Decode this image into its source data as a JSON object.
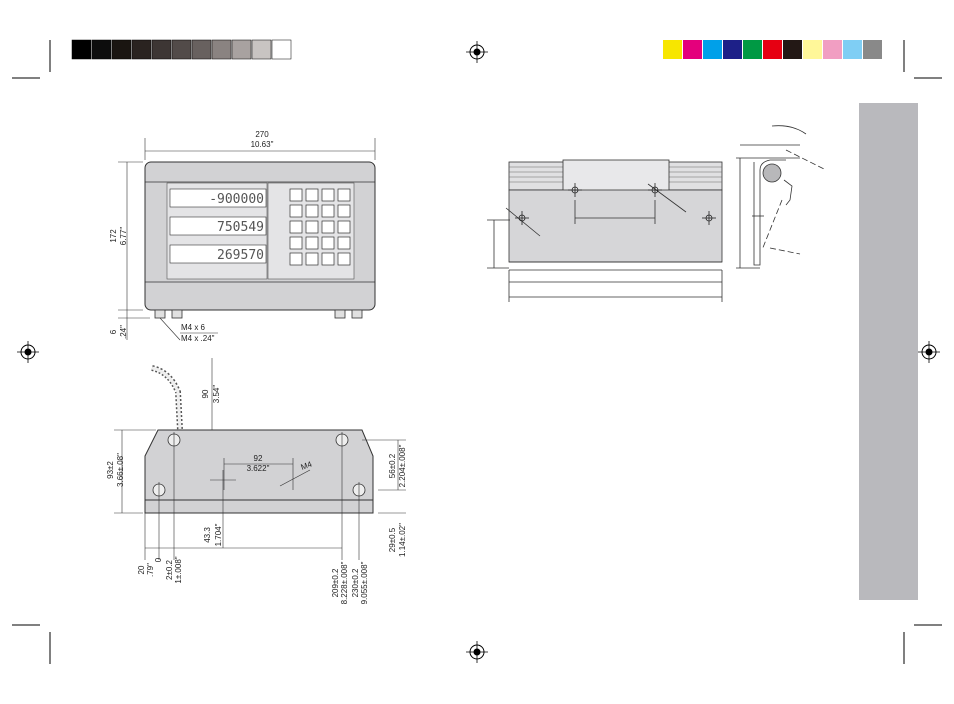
{
  "grayscale_swatches": [
    "#000000",
    "#0d0d0d",
    "#1a1511",
    "#2a2320",
    "#3d3634",
    "#524b49",
    "#68615f",
    "#8a8381",
    "#a8a2a0",
    "#c8c4c2",
    "#ffffff"
  ],
  "color_swatches": [
    "#f7e600",
    "#e4007c",
    "#00a0e9",
    "#1d2088",
    "#009944",
    "#e60012",
    "#231815",
    "#fff799",
    "#f19ec2",
    "#7fcef4",
    "#898989"
  ],
  "front_view": {
    "width_mm": "270",
    "width_in": "10.63\"",
    "height_mm": "172",
    "height_in": "6.77\"",
    "foot_mm": "6",
    "foot_in": ".24\"",
    "screw_mm": "M4 x 6",
    "screw_in": "M4 x .24\"",
    "display_rows": [
      "-900000",
      "750549",
      "269570"
    ],
    "keypad_rows": 5,
    "keypad_cols": 4
  },
  "bottom_view": {
    "cable_mm": "90",
    "cable_in": "3.54\"",
    "depth_mm": "93±2",
    "depth_in": "3.66±.08\"",
    "hole_spacing_mm": "92",
    "hole_spacing_in": "3.622\"",
    "thread": "M4",
    "hole_y_mm": "56±0.2",
    "hole_y_in": "2.204±.008\"",
    "offset_mm": "43.3",
    "offset_in": "1.704\"",
    "foot_height_mm": "29±0.5",
    "foot_height_in": "1.14±.02\"",
    "x_20_mm": "20",
    "x_20_in": ".79\"",
    "x_0": "0",
    "x_2_mm": "2±0.2",
    "x_2_in": "1±.008\"",
    "x_209_mm": "209±0.2",
    "x_209_in": "8.228±.008\"",
    "x_230_mm": "230±0.2",
    "x_230_in": "9.055±.008\""
  }
}
